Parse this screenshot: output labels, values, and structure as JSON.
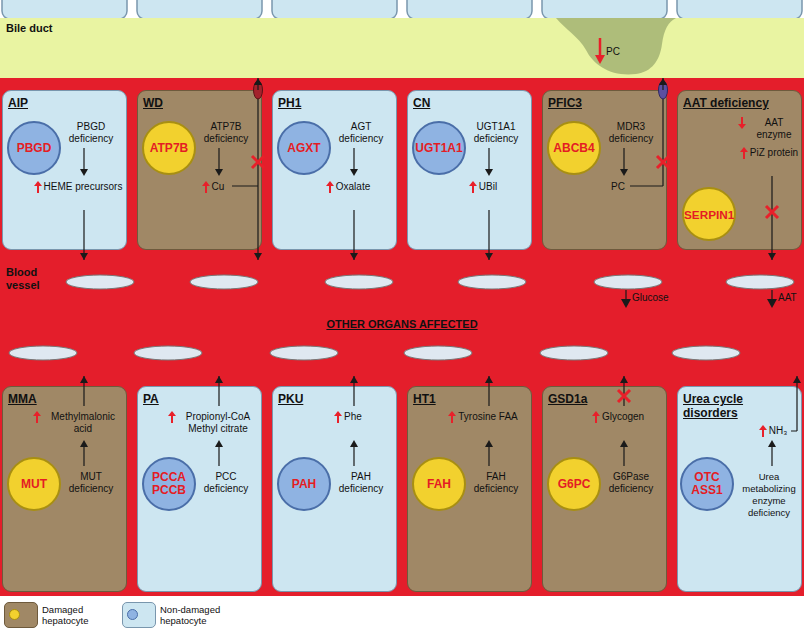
{
  "diagram": {
    "nodes": [
      {
        "text": [
          "Bile duct"
        ]
      },
      {
        "text": [
          "AIP",
          "PBGD deficiency",
          "HEME precursors"
        ]
      },
      {
        "text": [
          "PBGD"
        ],
        "in": 1
      },
      {
        "text": [
          "WD",
          "ATP7B deficiency",
          "Cu"
        ]
      },
      {
        "text": [
          "ATP7B"
        ],
        "in": 3
      },
      {
        "text": [
          "PH1",
          "AGT deficiency",
          "Oxalate"
        ]
      },
      {
        "text": [
          "AGXT"
        ],
        "in": 5
      },
      {
        "text": [
          "CN",
          "UGT1A1 deficiency",
          "UBil"
        ]
      },
      {
        "text": [
          "UGT1A1"
        ],
        "in": 7
      },
      {
        "text": [
          "PFIC3",
          "MDR3 deficiency",
          "PC"
        ]
      },
      {
        "text": [
          "ABCB4"
        ],
        "in": 9
      },
      {
        "text": [
          "AAT deficiency",
          "AAT enzyme",
          "PiZ protein"
        ]
      },
      {
        "text": [
          "SERPIN1"
        ],
        "in": 11
      },
      {
        "text": [
          "Blood vessel",
          "OTHER ORGANS AFFECTED"
        ]
      },
      {
        "text": [
          "MMA",
          "Methylmalonic acid",
          "MUT deficiency"
        ]
      },
      {
        "text": [
          "MUT"
        ],
        "in": 14
      },
      {
        "text": [
          "PA",
          "Propionyl-CoA Methyl citrate",
          "PCC deficiency"
        ]
      },
      {
        "text": [
          "PCCA PCCB"
        ],
        "in": 16
      },
      {
        "text": [
          "PKU",
          "Phe",
          "PAH deficiency"
        ]
      },
      {
        "text": [
          "PAH"
        ],
        "in": 18
      },
      {
        "text": [
          "HT1",
          "Tyrosine FAA",
          "FAH deficiency"
        ]
      },
      {
        "text": [
          "FAH"
        ],
        "in": 20
      },
      {
        "text": [
          "GSD1a",
          "Glycogen",
          "G6Pase deficiency"
        ]
      },
      {
        "text": [
          "G6PC"
        ],
        "in": 22
      },
      {
        "text": [
          "Urea cycle disorders",
          "NH₃",
          "Urea metabolizing enzyme deficiency"
        ]
      },
      {
        "text": [
          "OTC ASS1"
        ],
        "in": 24
      }
    ],
    "edges": [
      {
        "from": 1,
        "to": 13,
        "arrow": "to"
      },
      {
        "from": 3,
        "to": 0,
        "arrow": "to"
      },
      {
        "from": 3,
        "to": 13,
        "arrow": "to"
      },
      {
        "from": 5,
        "to": 13,
        "arrow": "to"
      },
      {
        "from": 7,
        "to": 13,
        "arrow": "to"
      },
      {
        "from": 9,
        "to": 0,
        "arrow": "to"
      },
      {
        "from": 11,
        "to": 13,
        "arrow": "to"
      },
      {
        "from": 14,
        "to": 13,
        "arrow": "to"
      },
      {
        "from": 16,
        "to": 13,
        "arrow": "to"
      },
      {
        "from": 18,
        "to": 13,
        "arrow": "to"
      },
      {
        "from": 20,
        "to": 13,
        "arrow": "to"
      },
      {
        "from": 22,
        "to": 13,
        "arrow": "to"
      },
      {
        "from": 24,
        "to": 13,
        "arrow": "to"
      }
    ],
    "labels": [
      "PC",
      "Glucose",
      "AAT"
    ],
    "legend": [
      {
        "text": "Damaged hepatocyte",
        "color": "#a08866"
      },
      {
        "text": "Non-damaged hepatocyte",
        "color": "#cde6f1"
      }
    ]
  }
}
